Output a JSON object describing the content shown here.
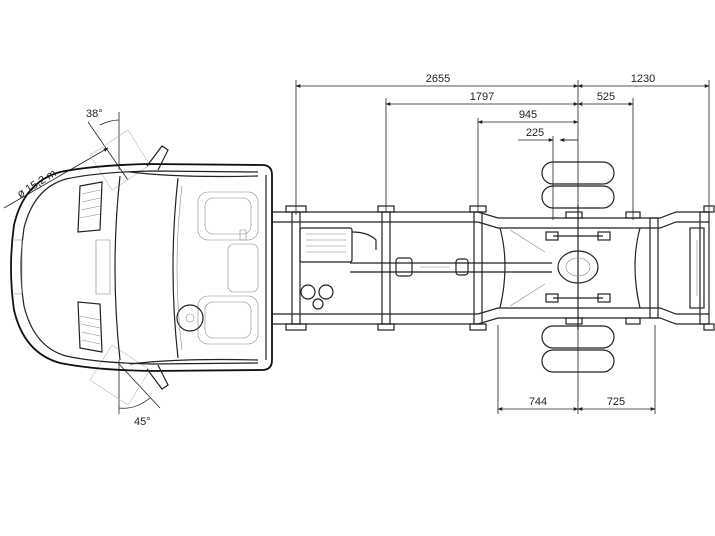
{
  "dimensions": {
    "d2655": "2655",
    "d1230": "1230",
    "d1797": "1797",
    "d525": "525",
    "d945": "945",
    "d225": "225",
    "d744": "744",
    "d725": "725"
  },
  "angles": {
    "front": "38°",
    "rear": "45°"
  },
  "turning_circle": "ø 15,2 m",
  "colors": {
    "line": "#222222",
    "background": "#ffffff"
  }
}
